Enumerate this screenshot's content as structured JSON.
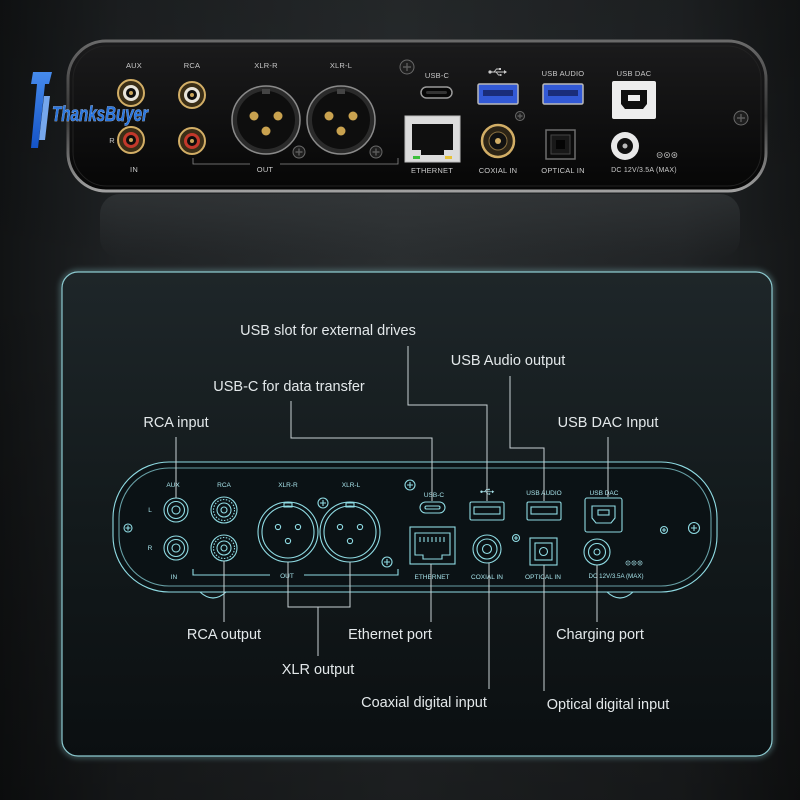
{
  "colors": {
    "background": "#1c1f21",
    "panel_border": "#8cc9cf",
    "diagram_line": "#8fdbe3",
    "diagram_label": "#a7e3ea",
    "callout_text": "#e3e8ea",
    "callout_line": "#c8d1d4",
    "watermark": "#2d7ff0",
    "photo_label": "#c9c9c9",
    "usb_port_blue": "#3259d6",
    "connector_gold": "#d2ae66"
  },
  "icons": {
    "usb": "usb-icon",
    "screw": "screw-icon",
    "dc_polarity": "dc-polarity-icon",
    "watermark_logo": "watermark-logo-icon"
  },
  "watermark": {
    "text": "ThanksBuyer"
  },
  "photo": {
    "aux": "AUX",
    "rca": "RCA",
    "xlr_r": "XLR-R",
    "xlr_l": "XLR-L",
    "usb_c": "USB-C",
    "usb_audio": "USB AUDIO",
    "usb_dac": "USB DAC",
    "r": "R",
    "in": "IN",
    "out": "OUT",
    "ethernet": "ETHERNET",
    "coaxial_in": "COXIAL IN",
    "optical_in": "OPTICAL IN",
    "dc": "DC 12V/3.5A (MAX)"
  },
  "diagram": {
    "aux": "AUX",
    "rca": "RCA",
    "xlr_r": "XLR-R",
    "xlr_l": "XLR-L",
    "usb_c": "USB-C",
    "usb_audio": "USB AUDIO",
    "usb_dac": "USB DAC",
    "l": "L",
    "r": "R",
    "in": "IN",
    "out": "OUT",
    "ethernet": "ETHERNET",
    "coaxial_in": "COXIAL IN",
    "optical_in": "OPTICAL IN",
    "dc": "DC 12V/3.5A (MAX)"
  },
  "callouts": {
    "usb_external": "USB slot for external drives",
    "usb_audio_output": "USB Audio output",
    "usb_c_data": "USB-C for data transfer",
    "rca_input": "RCA input",
    "usb_dac_input": "USB DAC Input",
    "rca_output": "RCA output",
    "ethernet_port": "Ethernet port",
    "charging_port": "Charging port",
    "xlr_output": "XLR output",
    "coaxial_digital_input": "Coaxial digital input",
    "optical_digital_input": "Optical digital input"
  }
}
